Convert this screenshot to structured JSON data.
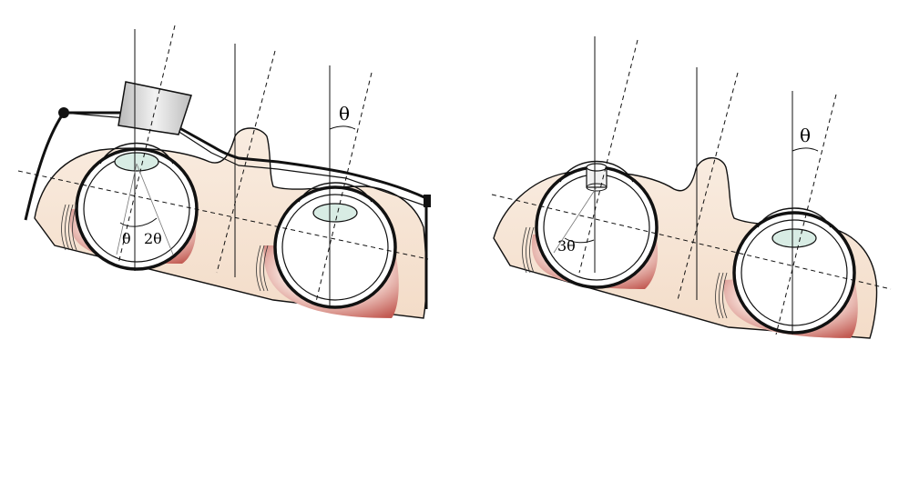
{
  "labels": {
    "theta_left_panel": "θ",
    "theta_right_panel": "θ",
    "angle_theta": "θ",
    "angle_two_theta": "2θ",
    "angle_three_theta": "3θ"
  },
  "colors": {
    "skin": "#f7e9d8",
    "skin_shadow": "#f2d6c0",
    "tissue": "#c25a52",
    "lens": "#d8ece4",
    "prism": "#d7d7d7",
    "line": "#111111"
  }
}
